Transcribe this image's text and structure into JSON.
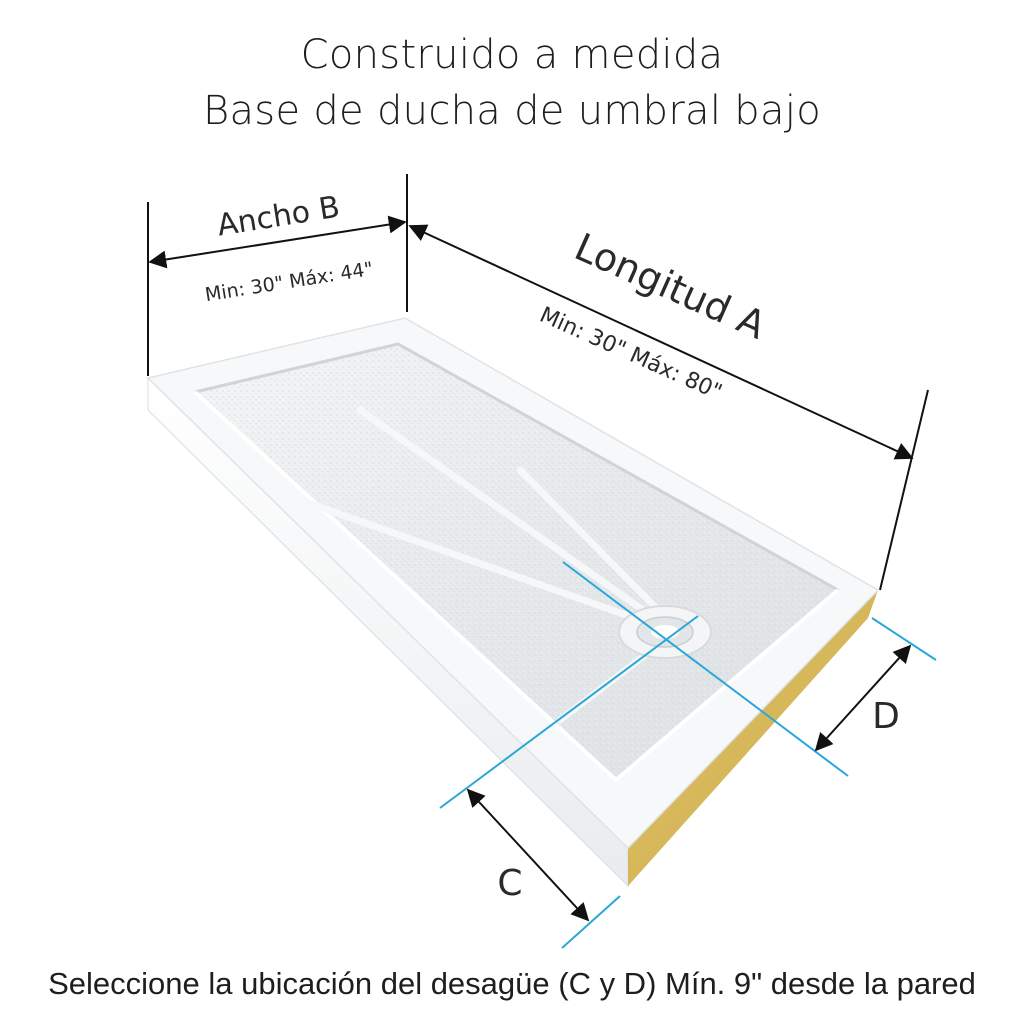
{
  "title": {
    "line1": "Construido a medida",
    "line2": "Base de ducha de umbral bajo"
  },
  "dimensions": {
    "width": {
      "label": "Ancho B",
      "range": "Min: 30\" Máx: 44\""
    },
    "length": {
      "label": "Longitud A",
      "range": "Min: 30\" Máx: 80\""
    },
    "drain_c": {
      "label": "C"
    },
    "drain_d": {
      "label": "D"
    }
  },
  "footer": "Seleccione la ubicación del desagüe (C y D) Mín. 9\" desde la pared",
  "colors": {
    "guide_line": "#2aa7d8",
    "dimension_line": "#111111",
    "base_edge": "#c9a94a"
  }
}
